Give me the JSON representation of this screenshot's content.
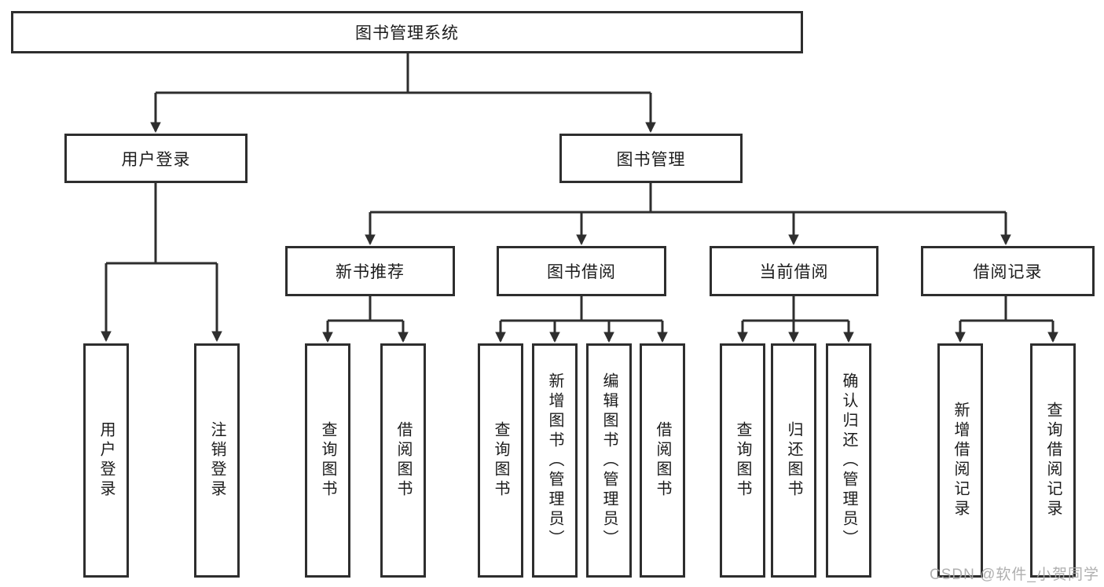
{
  "diagram": {
    "watermark": "CSDN @软件_小贺同学",
    "colors": {
      "line": "#2e2e2e",
      "box_border": "#2e2e2e",
      "box_fill": "#ffffff",
      "text": "#1c1c1c",
      "watermark": "#a8a8a8"
    },
    "nodes": {
      "root": {
        "label": "图书管理系统"
      },
      "login": {
        "label": "用户登录"
      },
      "mgmt": {
        "label": "图书管理"
      },
      "newbook": {
        "label": "新书推荐"
      },
      "borrow": {
        "label": "图书借阅"
      },
      "current": {
        "label": "当前借阅"
      },
      "record": {
        "label": "借阅记录"
      },
      "login_user": {
        "label": "用户登录"
      },
      "login_logout": {
        "label": "注销登录"
      },
      "newbook_query": {
        "label": "查询图书"
      },
      "newbook_borrow": {
        "label": "借阅图书"
      },
      "borrow_query": {
        "label": "查询图书"
      },
      "borrow_add": {
        "label": "新增图书（管理员）"
      },
      "borrow_edit": {
        "label": "编辑图书（管理员）"
      },
      "borrow_borrow": {
        "label": "借阅图书"
      },
      "current_query": {
        "label": "查询图书"
      },
      "current_return": {
        "label": "归还图书"
      },
      "current_confirm": {
        "label": "确认归还（管理员）"
      },
      "record_add": {
        "label": "新增借阅记录"
      },
      "record_query": {
        "label": "查询借阅记录"
      }
    }
  }
}
